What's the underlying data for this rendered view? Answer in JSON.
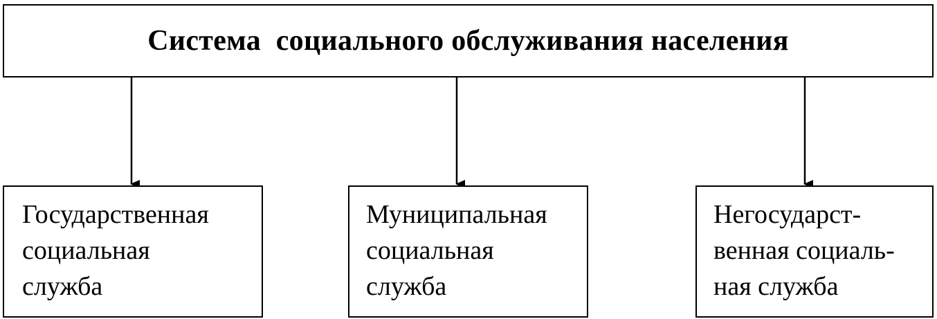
{
  "diagram": {
    "title": "Система  социального обслуживания населения",
    "children": [
      {
        "lines": [
          "Государственная",
          "социальная",
          "служба"
        ]
      },
      {
        "lines": [
          "Муниципальная",
          "социальная",
          "служба"
        ]
      },
      {
        "lines": [
          "Негосударст-",
          "венная социаль-",
          "ная служба"
        ]
      }
    ]
  },
  "colors": {
    "line": "#000000",
    "background": "#ffffff"
  }
}
